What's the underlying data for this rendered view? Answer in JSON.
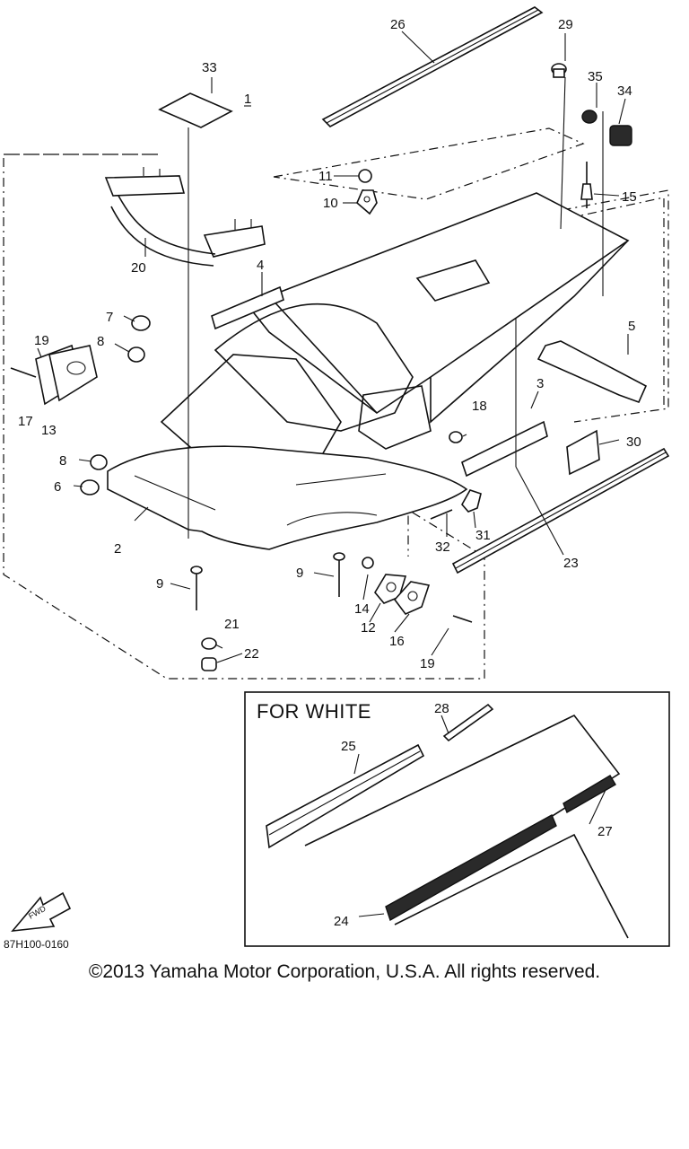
{
  "diagram": {
    "part_numbers": [
      "1",
      "2",
      "3",
      "5",
      "6",
      "7",
      "8",
      "8",
      "9",
      "9",
      "10",
      "11",
      "12",
      "13",
      "14",
      "15",
      "16",
      "17",
      "18",
      "19",
      "19",
      "20",
      "21",
      "22",
      "23",
      "24",
      "25",
      "26",
      "27",
      "28",
      "29",
      "30",
      "31",
      "32",
      "33",
      "34",
      "35",
      "4"
    ],
    "inset_title": "FOR WHITE",
    "fwd_arrow_text": "FWD",
    "figure_code": "87H100-0160"
  },
  "footer": {
    "copyright": "©2013 Yamaha Motor Corporation, U.S.A. All rights reserved."
  }
}
